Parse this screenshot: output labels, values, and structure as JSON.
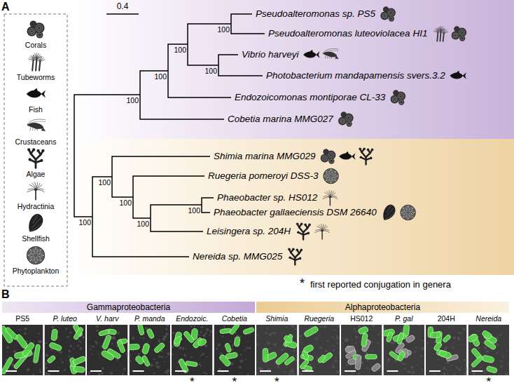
{
  "diagram": {
    "nodes": [
      {
        "text": [
          "Gammaproteobacteria"
        ]
      },
      {
        "text": [
          "Alphaproteobacteria"
        ]
      }
    ],
    "labels": [
      "A",
      "0.4",
      "Pseudoalteromonas sp. PS5",
      "Pseudoalteromonas luteoviolacea HI1",
      "Vibrio harveyi",
      "Photobacterium mandapamensis svers.3.2",
      "Endozoicomonas montiporae CL-33",
      "Cobetia marina MMG027",
      "Shimia marina MMG029",
      "Ruegeria pomeroyi DSS-3",
      "Phaeobacter sp. HS012",
      "Phaeobacter gallaeciensis DSM 26640",
      "Leisingera sp. 204H",
      "Nereida sp. MMG025",
      "100",
      "100",
      "100",
      "100",
      "100",
      "100",
      "100",
      "100",
      "100",
      "100",
      "*",
      "first reported conjugation in genera",
      "B",
      "PS5",
      "P. luteo",
      "V. harv",
      "P. manda",
      "Endozoic.",
      "Cobetia",
      "Shimia",
      "Ruegeria",
      "HS012",
      "P. gal",
      "204H",
      "Nereida",
      "*",
      "*",
      "*",
      "*"
    ],
    "legend": [
      {
        "text": "Corals"
      },
      {
        "text": "Tubeworms"
      },
      {
        "text": "Fish"
      },
      {
        "text": "Crustaceans"
      },
      {
        "text": "Algae"
      },
      {
        "text": "Hydractinia"
      },
      {
        "text": "Shellfish"
      },
      {
        "text": "Phytoplankton"
      }
    ]
  }
}
